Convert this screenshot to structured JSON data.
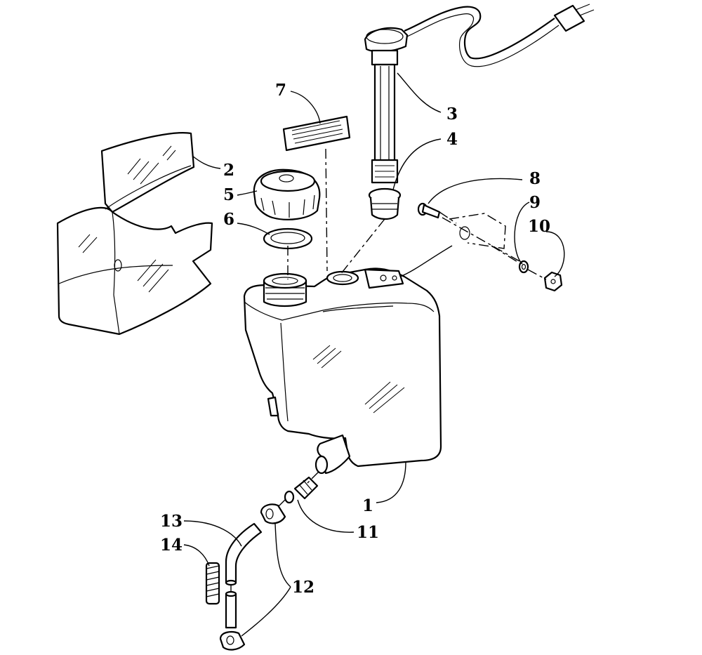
{
  "part_labels": {
    "tank": "1",
    "shield": "2",
    "gauge": "3",
    "grommet": "4",
    "cap": "5",
    "gasket": "6",
    "decal": "7",
    "bolt": "8",
    "washer": "9",
    "nut": "10",
    "fitting": "11",
    "clamp": "12",
    "hose": "13",
    "spring": "14"
  }
}
